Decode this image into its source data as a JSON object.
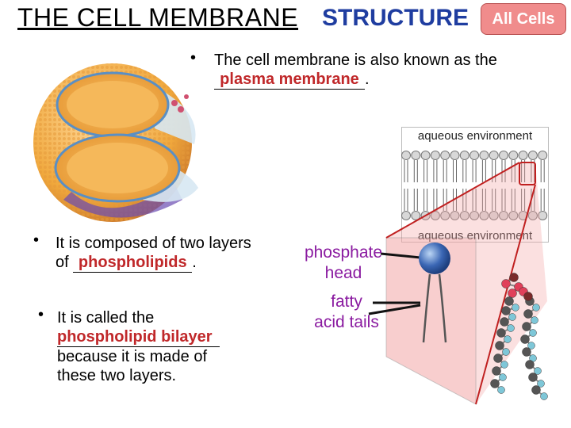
{
  "header": {
    "title": "THE CELL MEMBRANE",
    "section": "STRUCTURE",
    "badge": "All Cells"
  },
  "bullets": {
    "b1_text": "The cell membrane is also known as the",
    "b1_answer": "plasma membrane",
    "b1_end": ".",
    "b2_line1": "It is composed of two layers",
    "b2_prefix": "of",
    "b2_answer": "phospholipids",
    "b2_end": ".",
    "b3_line1": "It is called the",
    "b3_answer": "phospholipid bilayer",
    "b3_line3": "because it is made of",
    "b3_line4": "these two layers."
  },
  "diagram": {
    "top_label": "aqueous environment",
    "bottom_label": "aqueous environment",
    "phosphate_label_1": "phosphate",
    "phosphate_label_2": "head",
    "tails_label_1": "fatty",
    "tails_label_2": "acid tails"
  },
  "colors": {
    "title_blue": "#1f3da0",
    "answer_red": "#c0282a",
    "label_purple": "#8a1aa0",
    "badge_pink": "#f08c8c"
  }
}
